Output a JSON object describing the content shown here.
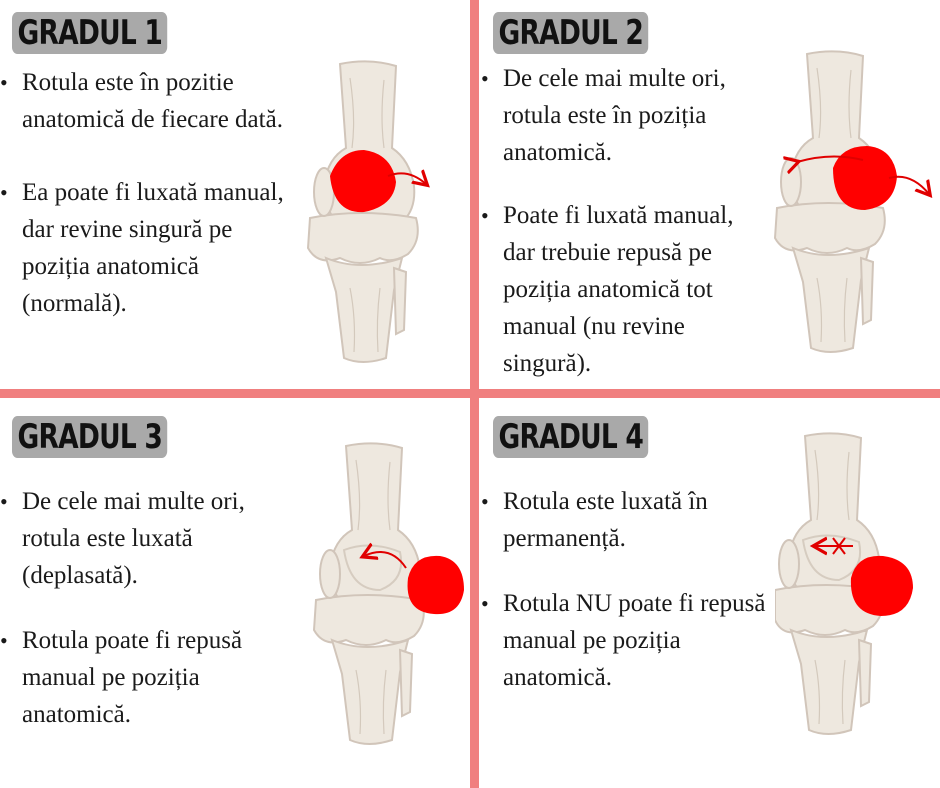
{
  "colors": {
    "divider": "#f07f7f",
    "badge_bg": "#a9a9a9",
    "patella": "#ff0000",
    "bone": "#ece5da",
    "bone_outline": "#c9bcae"
  },
  "quadrants": [
    {
      "title": "GRADUL 1",
      "bullets": [
        "Rotula este în pozitie anatomică de fiecare dată.",
        "Ea poate fi luxată manual, dar revine singură pe poziția anatomică (normală)."
      ],
      "illustration": "knee-icon"
    },
    {
      "title": "GRADUL 2",
      "bullets": [
        "De cele mai multe ori, rotula este în poziția anatomică.",
        "Poate fi luxată manual, dar trebuie repusă pe poziția anatomică tot manual (nu revine singură)."
      ],
      "illustration": "knee-icon"
    },
    {
      "title": "GRADUL 3",
      "bullets": [
        "De cele mai multe ori, rotula este luxată (deplasată).",
        "Rotula poate fi repusă manual pe poziția anatomică."
      ],
      "illustration": "knee-icon"
    },
    {
      "title": "GRADUL 4",
      "bullets": [
        "Rotula este luxată în permanență.",
        "Rotula NU poate fi repusă manual pe poziția anatomică."
      ],
      "illustration": "knee-icon"
    }
  ]
}
